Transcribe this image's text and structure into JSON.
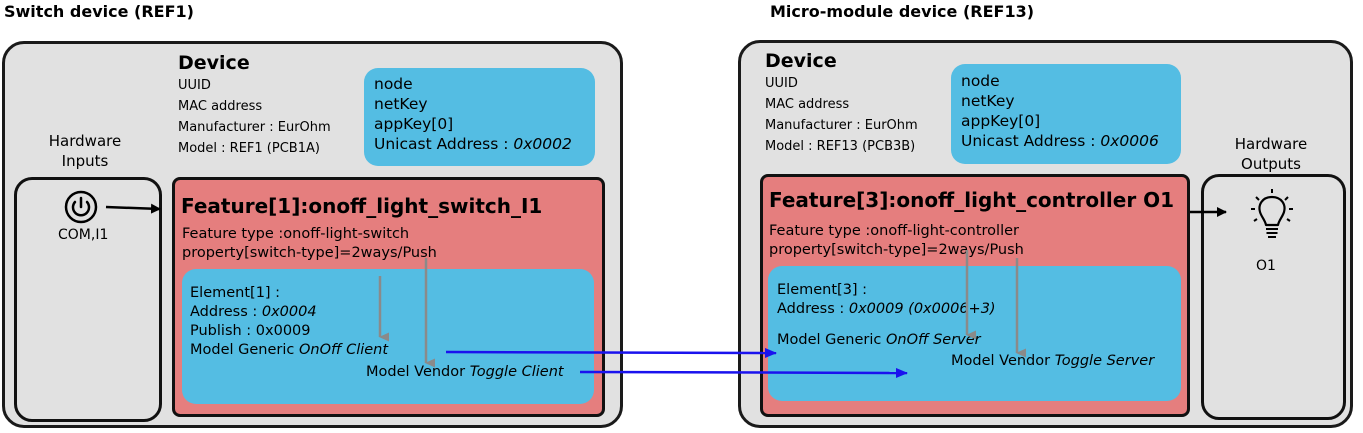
{
  "left": {
    "section_title": "Switch device (REF1)",
    "device_heading": "Device",
    "info": [
      "UUID",
      "MAC address",
      "Manufacturer : EurOhm",
      "Model : REF1 (PCB1A)"
    ],
    "blue": {
      "l1": "node",
      "l2": "netKey",
      "l3": "appKey[0]",
      "l4_prefix": "Unicast Address : ",
      "l4_value": "0x0002"
    },
    "hw_label_1": "Hardware",
    "hw_label_2": "Inputs",
    "hw_item": "COM,I1",
    "feature": {
      "title": "Feature[1]:onoff_light_switch_I1",
      "type": "Feature type :onoff-light-switch",
      "property": "property[switch-type]=2ways/Push"
    },
    "element": {
      "l1": "Element[1] :",
      "addr_prefix": "Address : ",
      "addr_value": "0x0004",
      "publish": "Publish : 0x0009",
      "model1_prefix": "Model Generic ",
      "model1_value": "OnOff Client",
      "model2_prefix": "Model Vendor ",
      "model2_value": "Toggle Client"
    }
  },
  "right": {
    "section_title": "Micro-module device (REF13)",
    "device_heading": "Device",
    "info": [
      "UUID",
      "MAC address",
      "Manufacturer : EurOhm",
      "Model : REF13 (PCB3B)"
    ],
    "blue": {
      "l1": "node",
      "l2": "netKey",
      "l3": "appKey[0]",
      "l4_prefix": "Unicast Address : ",
      "l4_value": "0x0006"
    },
    "hw_label_1": "Hardware",
    "hw_label_2": "Outputs",
    "hw_item": "O1",
    "feature": {
      "title": "Feature[3]:onoff_light_controller O1",
      "type": "Feature type :onoff-light-controller",
      "property": "property[switch-type]=2ways/Push"
    },
    "element": {
      "l1": "Element[3] :",
      "addr_prefix": "Address : ",
      "addr_value": "0x0009 (0x0006+3)",
      "model1_prefix": "Model Generic ",
      "model1_value": "OnOff Server",
      "model2_prefix": "Model Vendor ",
      "model2_value": "Toggle Server"
    }
  },
  "colors": {
    "device_bg": "#e1e1e1",
    "blue_box": "#54bde3",
    "feature_box": "#e57e7e",
    "link_arrow": "#1a12ee",
    "internal_arrow": "#8a8a8a"
  },
  "icons": [
    "power-button-icon",
    "light-bulb-icon"
  ]
}
